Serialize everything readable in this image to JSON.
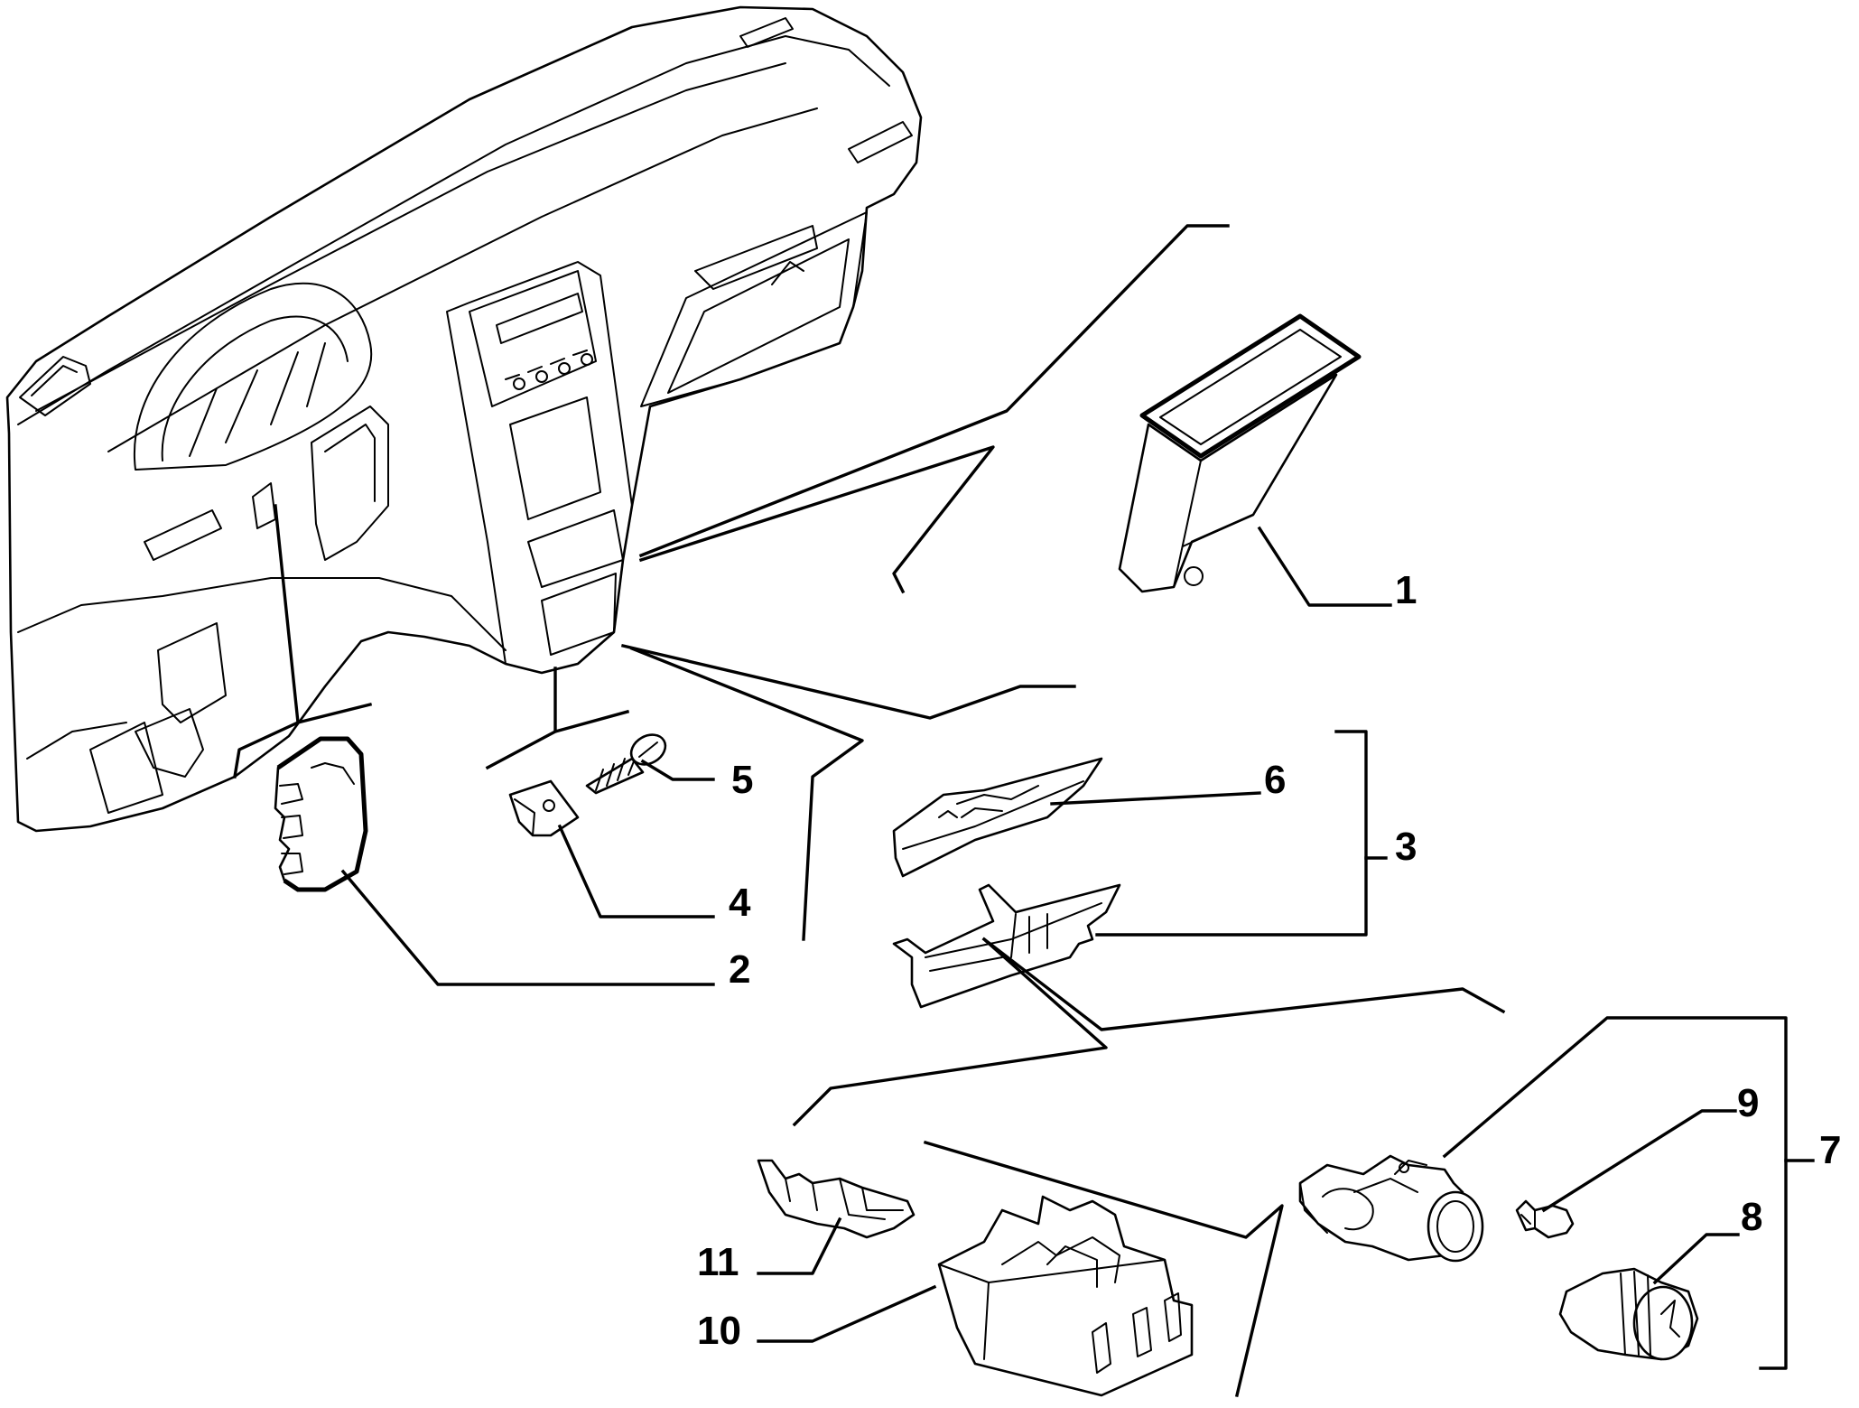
{
  "diagram": {
    "callouts": [
      {
        "id": "callout-1",
        "label": "1"
      },
      {
        "id": "callout-2",
        "label": "2"
      },
      {
        "id": "callout-3",
        "label": "3"
      },
      {
        "id": "callout-4",
        "label": "4"
      },
      {
        "id": "callout-5",
        "label": "5"
      },
      {
        "id": "callout-6",
        "label": "6"
      },
      {
        "id": "callout-7",
        "label": "7"
      },
      {
        "id": "callout-8",
        "label": "8"
      },
      {
        "id": "callout-9",
        "label": "9"
      },
      {
        "id": "callout-10",
        "label": "10"
      },
      {
        "id": "callout-11",
        "label": "11"
      }
    ]
  }
}
